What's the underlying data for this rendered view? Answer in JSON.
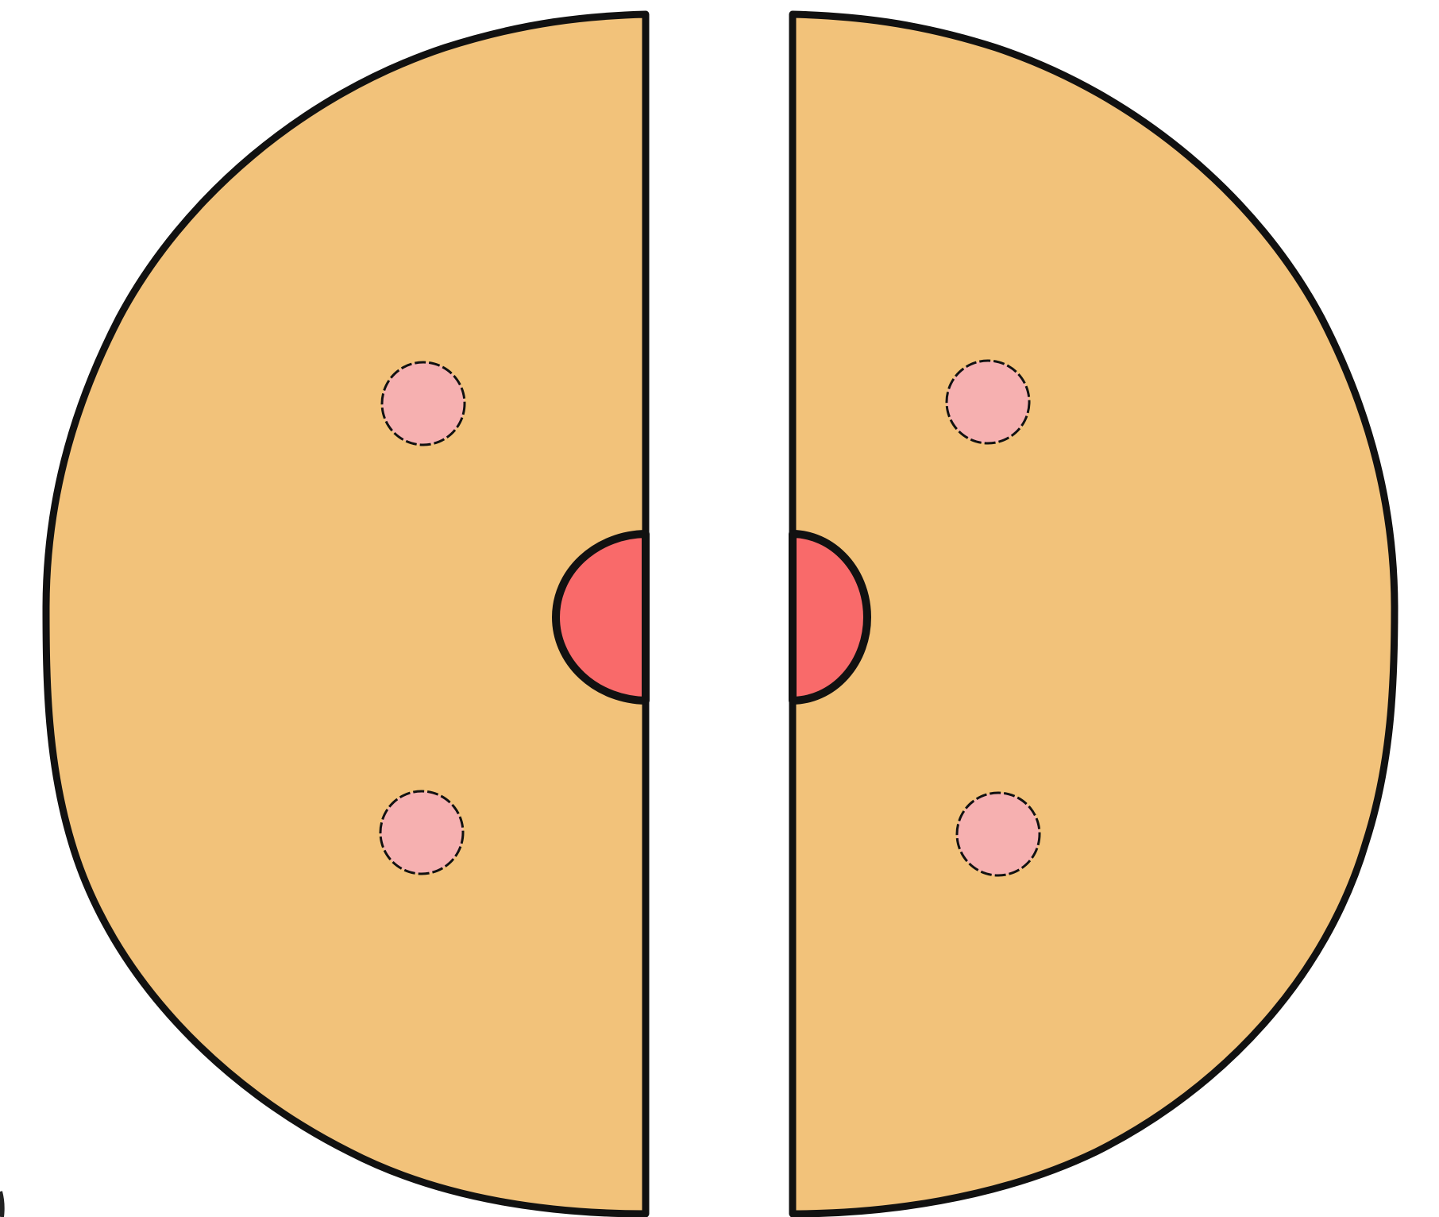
{
  "diagram": {
    "type": "split-disc",
    "halves": [
      {
        "side": "left",
        "small_dots": 2,
        "center_half_dot": true
      },
      {
        "side": "right",
        "small_dots": 2,
        "center_half_dot": true
      }
    ]
  },
  "colors": {
    "background": "#ffffff",
    "disc_fill": "#f2c27a",
    "outline": "#111111",
    "small_dot_fill": "#f6b0b0",
    "center_dot_fill": "#f96a6a"
  }
}
